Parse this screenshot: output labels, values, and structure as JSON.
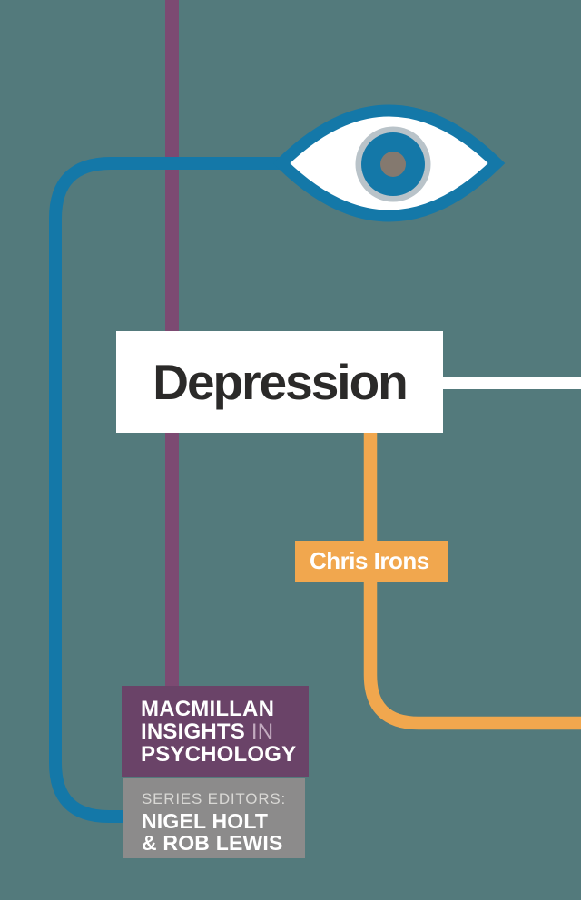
{
  "cover": {
    "title": "Depression",
    "author": "Chris Irons",
    "series": {
      "line1": "MACMILLAN",
      "line2_strong": "INSIGHTS",
      "line2_light": "IN",
      "line3": "PSYCHOLOGY"
    },
    "editors": {
      "label": "SERIES EDITORS:",
      "name1": "NIGEL HOLT",
      "name2": "& ROB LEWIS"
    },
    "colors": {
      "background": "#537a7c",
      "blue": "#1478a8",
      "orange": "#f1a74e",
      "purple_line": "#7c4a72",
      "purple_box": "#6a4368",
      "gray_box": "#8c8b8b",
      "title_text": "#2b2a29",
      "white": "#ffffff",
      "iris_ring": "#b9c3c9",
      "pupil": "#84796f",
      "in_light": "#c3abc0",
      "label_light": "#d9d8d5"
    }
  }
}
